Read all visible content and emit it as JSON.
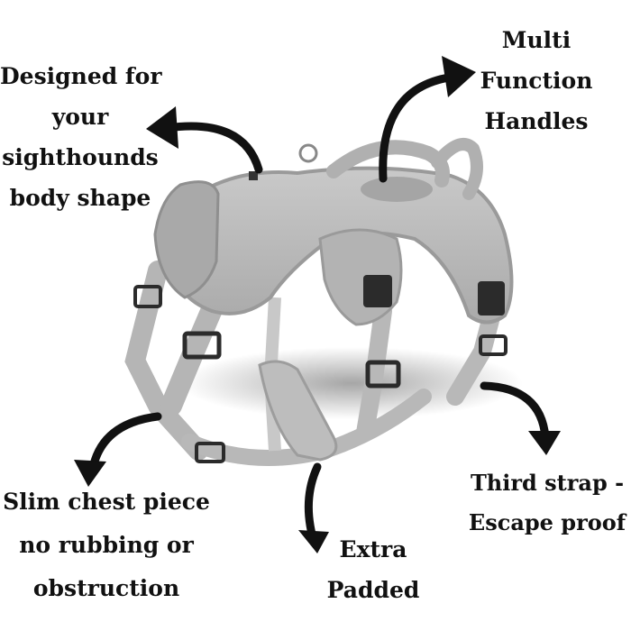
{
  "callouts": {
    "body_shape": [
      "Designed for",
      "your",
      "sighthounds",
      "body shape"
    ],
    "handles": [
      "Multi",
      "Function",
      "Handles"
    ],
    "chest": [
      "Slim chest piece",
      "no rubbing or",
      "obstruction"
    ],
    "padded": [
      "Extra",
      "Padded"
    ],
    "third_strap": [
      "Third strap -",
      "Escape proof"
    ]
  },
  "colors": {
    "text": "#111111",
    "arrow": "#111111",
    "harness": "#b9b9b9",
    "harness_dark": "#9a9a9a",
    "buckle": "#2b2b2b",
    "background": "#ffffff"
  },
  "icons": [
    "curved-arrow-icon",
    "dog-harness-image"
  ]
}
